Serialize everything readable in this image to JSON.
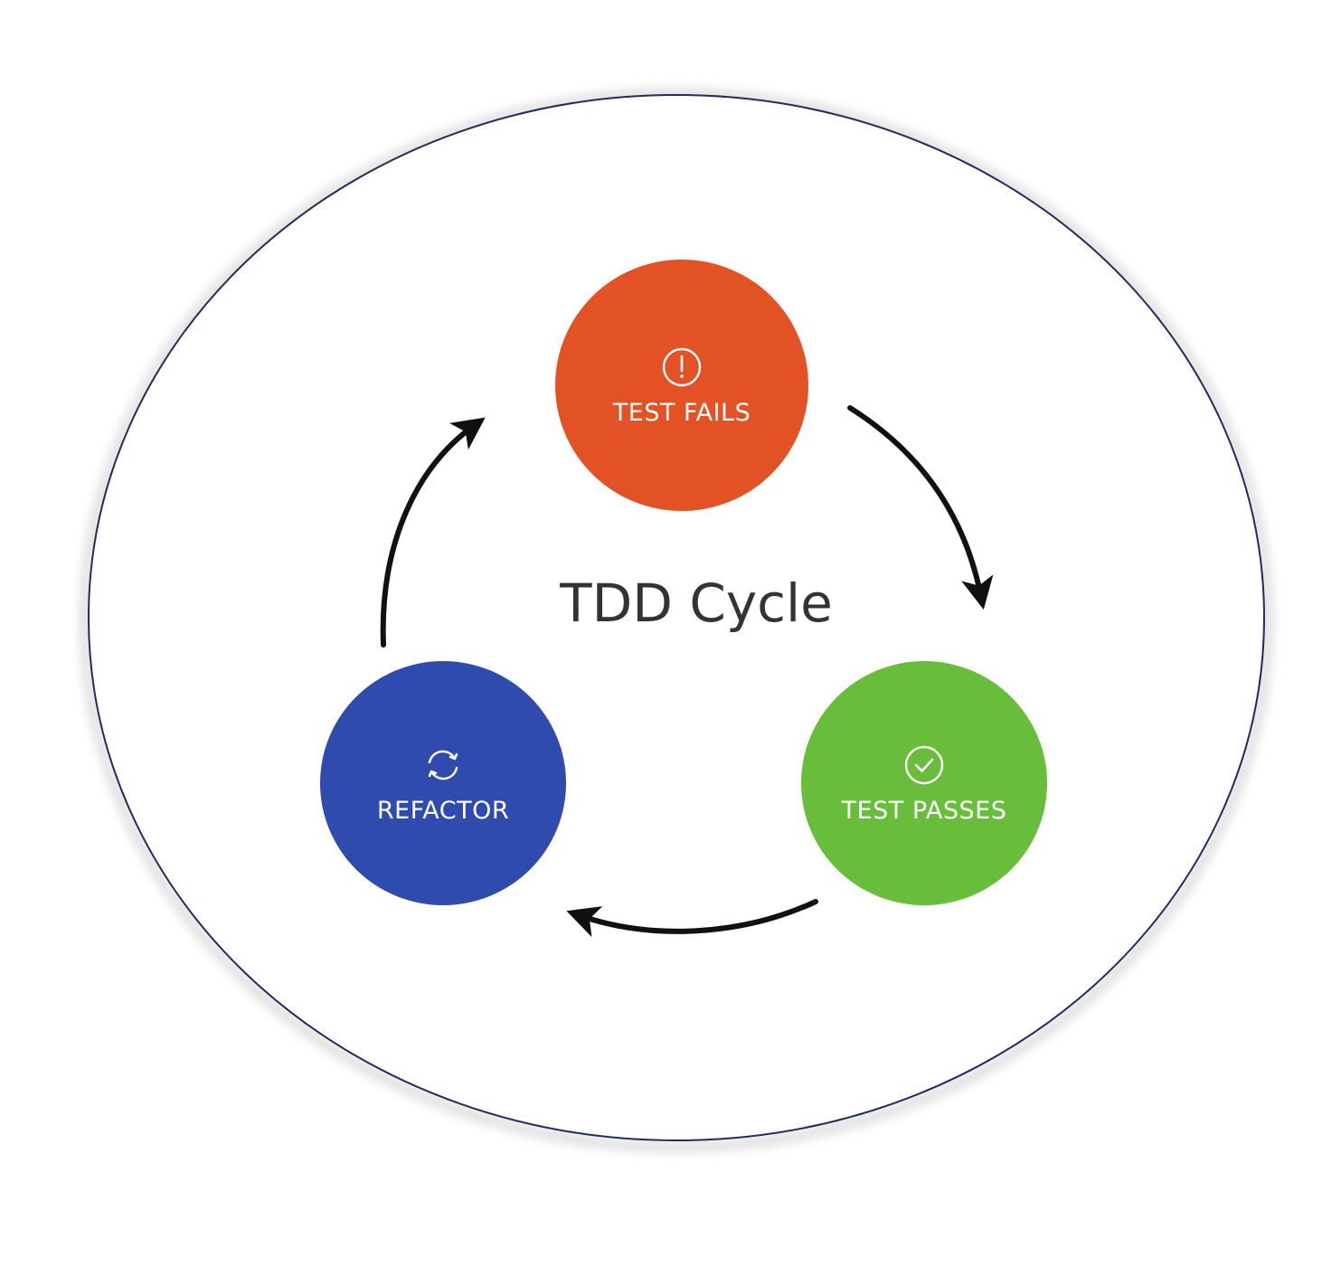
{
  "title": "TDD Cycle",
  "nodes": [
    {
      "label": "TEST FAILS",
      "icon": "exclamation-circle-icon",
      "color": "#E35224"
    },
    {
      "label": "TEST PASSES",
      "icon": "checkmark-circle-icon",
      "color": "#68BD3A"
    },
    {
      "label": "REFACTOR",
      "icon": "refresh-icon",
      "color": "#2F4BAE"
    }
  ],
  "colors": {
    "frame_outline": "#1F2D5A",
    "arrow": "#111111",
    "title_text": "#333333"
  }
}
